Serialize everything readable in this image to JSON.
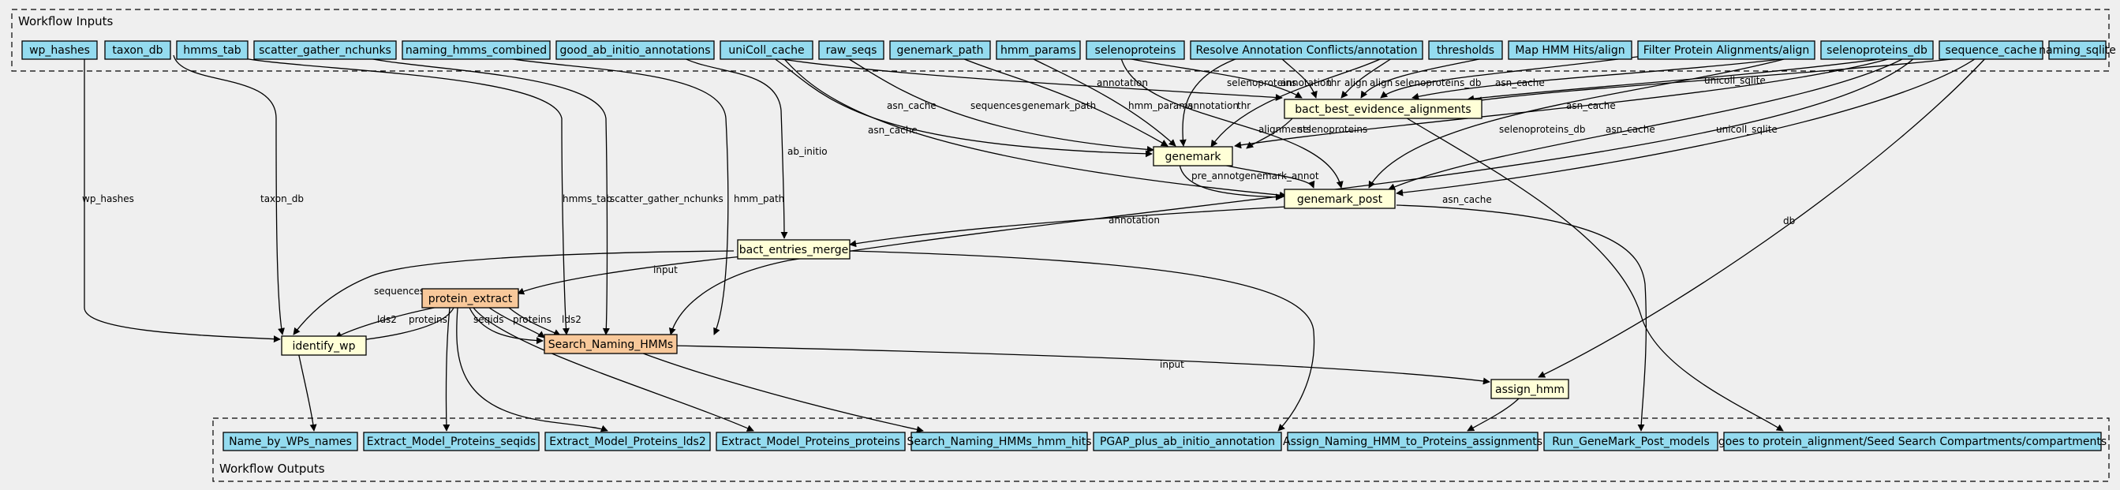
{
  "colors": {
    "background": "#efefef",
    "io": "#94dbef",
    "task": "#ffffd7",
    "subworkflow": "#f8c89a",
    "stroke": "#000000"
  },
  "inputs_group": {
    "label": "Workflow Inputs"
  },
  "outputs_group": {
    "label": "Workflow Outputs"
  },
  "inputs": [
    {
      "id": "wp_hashes",
      "label": "wp_hashes"
    },
    {
      "id": "taxon_db",
      "label": "taxon_db"
    },
    {
      "id": "hmms_tab",
      "label": "hmms_tab"
    },
    {
      "id": "scatter_gather_nchunks",
      "label": "scatter_gather_nchunks"
    },
    {
      "id": "naming_hmms_combined",
      "label": "naming_hmms_combined"
    },
    {
      "id": "good_ab_initio_annotations",
      "label": "good_ab_initio_annotations"
    },
    {
      "id": "uniColl_cache",
      "label": "uniColl_cache"
    },
    {
      "id": "raw_seqs",
      "label": "raw_seqs"
    },
    {
      "id": "genemark_path",
      "label": "genemark_path"
    },
    {
      "id": "hmm_params",
      "label": "hmm_params"
    },
    {
      "id": "selenoproteins",
      "label": "selenoproteins"
    },
    {
      "id": "resolve_conflicts",
      "label": "Resolve Annotation Conflicts/annotation"
    },
    {
      "id": "thresholds",
      "label": "thresholds"
    },
    {
      "id": "map_hmm_hits",
      "label": "Map HMM Hits/align"
    },
    {
      "id": "filter_protein",
      "label": "Filter Protein Alignments/align"
    },
    {
      "id": "selenoproteins_db",
      "label": "selenoproteins_db"
    },
    {
      "id": "sequence_cache",
      "label": "sequence_cache"
    },
    {
      "id": "naming_sqlite",
      "label": "naming_sqlite"
    }
  ],
  "tasks": [
    {
      "id": "bact_best_evidence_alignments",
      "label": "bact_best_evidence_alignments"
    },
    {
      "id": "genemark",
      "label": "genemark"
    },
    {
      "id": "genemark_post",
      "label": "genemark_post"
    },
    {
      "id": "bact_entries_merge",
      "label": "bact_entries_merge"
    },
    {
      "id": "identify_wp",
      "label": "identify_wp"
    },
    {
      "id": "assign_hmm",
      "label": "assign_hmm"
    }
  ],
  "subworkflows": [
    {
      "id": "protein_extract",
      "label": "protein_extract"
    },
    {
      "id": "search_naming_hmms",
      "label": "Search_Naming_HMMs"
    }
  ],
  "outputs": [
    {
      "id": "name_by_wps",
      "label": "Name_by_WPs_names"
    },
    {
      "id": "emp_seqids",
      "label": "Extract_Model_Proteins_seqids"
    },
    {
      "id": "emp_lds2",
      "label": "Extract_Model_Proteins_lds2"
    },
    {
      "id": "emp_proteins",
      "label": "Extract_Model_Proteins_proteins"
    },
    {
      "id": "snh_hits",
      "label": "Search_Naming_HMMs_hmm_hits"
    },
    {
      "id": "pgap_abinitio",
      "label": "PGAP_plus_ab_initio_annotation"
    },
    {
      "id": "assign_naming",
      "label": "Assign_Naming_HMM_to_Proteins_assignments"
    },
    {
      "id": "run_genemark_post",
      "label": "Run_GeneMark_Post_models"
    },
    {
      "id": "goes_to_protein",
      "label": "goes to protein_alignment/Seed Search Compartments/compartments"
    }
  ],
  "edges": [
    {
      "id": "e_wp_hashes",
      "label": "wp_hashes"
    },
    {
      "id": "e_taxon_db",
      "label": "taxon_db"
    },
    {
      "id": "e_hmms_tab",
      "label": "hmms_tab"
    },
    {
      "id": "e_scatter",
      "label": "scatter_gather_nchunks"
    },
    {
      "id": "e_hmm_path",
      "label": "hmm_path"
    },
    {
      "id": "e_ab_initio",
      "label": "ab_initio"
    },
    {
      "id": "e_uc_annotation",
      "label": "annotation"
    },
    {
      "id": "e_uc_asn_cache_g",
      "label": "asn_cache"
    },
    {
      "id": "e_uc_asn_cache_gp",
      "label": "asn_cache"
    },
    {
      "id": "e_raw_sequences",
      "label": "sequences"
    },
    {
      "id": "e_gm_path",
      "label": "genemark_path"
    },
    {
      "id": "e_hmm_params",
      "label": "hmm_params"
    },
    {
      "id": "e_seleno_bbea",
      "label": "selenoproteins"
    },
    {
      "id": "e_seleno_gp",
      "label": "selenoproteins"
    },
    {
      "id": "e_rac_annotation_bbea",
      "label": "annotation"
    },
    {
      "id": "e_rac_annotation_g",
      "label": "annotation"
    },
    {
      "id": "e_thr_bbea",
      "label": "thr"
    },
    {
      "id": "e_thr_g",
      "label": "thr"
    },
    {
      "id": "e_map_align",
      "label": "align"
    },
    {
      "id": "e_filter_align",
      "label": "align"
    },
    {
      "id": "e_sdb_bbea",
      "label": "selenoproteins_db"
    },
    {
      "id": "e_sdb_gp",
      "label": "selenoproteins_db"
    },
    {
      "id": "e_sc_asn_bbea",
      "label": "asn_cache"
    },
    {
      "id": "e_sc_asn_g",
      "label": "asn_cache"
    },
    {
      "id": "e_sc_asn_gp",
      "label": "asn_cache"
    },
    {
      "id": "e_sc_asn_snh",
      "label": "asn_cache"
    },
    {
      "id": "e_ns_unicoll_bbea",
      "label": "unicoll_sqlite"
    },
    {
      "id": "e_ns_unicoll_gp",
      "label": "unicoll_sqlite"
    },
    {
      "id": "e_ns_db",
      "label": "db"
    },
    {
      "id": "e_bbea_alignments",
      "label": "alignments"
    },
    {
      "id": "e_g_pre_annot",
      "label": "pre_annot"
    },
    {
      "id": "e_g_genemark_annot",
      "label": "genemark_annot"
    },
    {
      "id": "e_gp_annotation",
      "label": "annotation"
    },
    {
      "id": "e_bem_input",
      "label": "input"
    },
    {
      "id": "e_bem_sequences",
      "label": "sequences"
    },
    {
      "id": "e_pe_lds2",
      "label": "lds2"
    },
    {
      "id": "e_pe_proteins_iwp",
      "label": "proteins"
    },
    {
      "id": "e_pe_seqids",
      "label": "seqids"
    },
    {
      "id": "e_pe_proteins_snh",
      "label": "proteins"
    },
    {
      "id": "e_pe_lds2_snh",
      "label": "lds2"
    },
    {
      "id": "e_snh_input",
      "label": "input"
    }
  ]
}
